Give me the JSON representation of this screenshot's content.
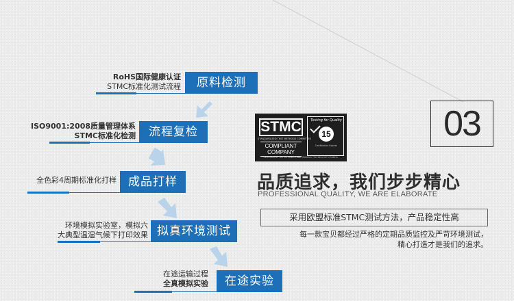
{
  "steps": [
    {
      "caption_lines": [
        "RoHS国际健康认证",
        "STMC标准化测试流程"
      ],
      "label": "原料检测"
    },
    {
      "caption_lines": [
        "ISO9001:2008质量管理体系",
        "STMC标准化检测"
      ],
      "label": "流程复检"
    },
    {
      "caption_lines": [
        "全色彩4周期标准化打样"
      ],
      "label": "成品打样"
    },
    {
      "caption_lines": [
        "环境模拟实验室，模拟六",
        "大典型温湿气候下打印效果"
      ],
      "label": "拟真环境测试"
    },
    {
      "caption_lines": [
        "在途运输过程",
        "全真模拟实验"
      ],
      "label": "在途实验"
    }
  ],
  "step_number": "03",
  "headline": "品质追求，我们步步精心",
  "subheadline": "PROFESSIONAL QUALITY, WE ARE ELABORATE",
  "method_text": "采用欧盟标准STMC测试方法，产品稳定性高",
  "description_lines": [
    "每一款宝贝都经过严格的定期品质监控及严苛环境测试，",
    "精心打造才是我们的追求。"
  ],
  "badge": {
    "logo_text": "STMC",
    "logo_subtext": "STANDARDIZED TEST METHODS COMMITTEE",
    "compliant_line1": "COMPLIANT",
    "compliant_line2": "COMPANY",
    "certified_text": "CERTIFIED BY THE INTERNATIONAL IMAGING TECHNOLOGY COUNCIL",
    "quality_text": "Testing for Quality",
    "quality_number": "15",
    "right_small_text": "Certification Expires"
  },
  "colors": {
    "accent": "#1d6fb8",
    "arrow": "#b9d3ea",
    "background": "#ececec",
    "badge": "#1e1e1e"
  }
}
